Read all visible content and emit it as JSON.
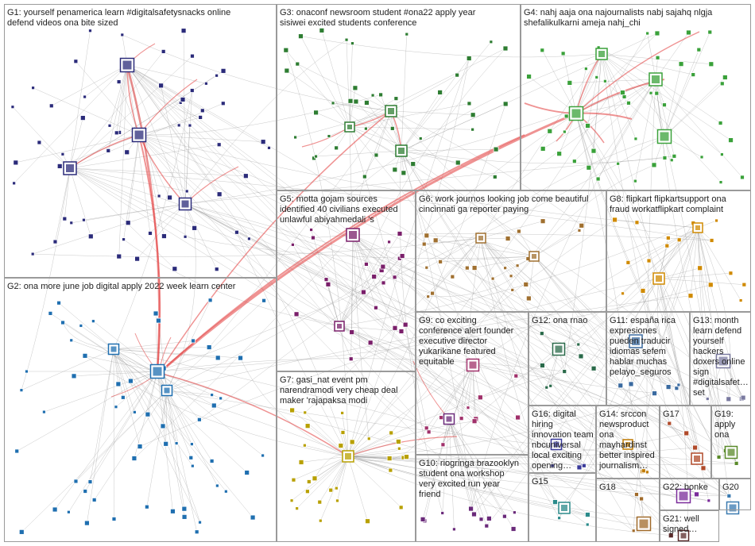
{
  "groups": [
    {
      "id": "G1",
      "lines": [
        "G1: yourself penamerica learn #digitalsafetysnacks online",
        "defend videos ona bite sized"
      ]
    },
    {
      "id": "G2",
      "lines": [
        "G2: ona more june job digital apply 2022 week learn center"
      ]
    },
    {
      "id": "G3",
      "lines": [
        "G3: onaconf newsroom student #ona22 apply year",
        "sisiwei excited students conference"
      ]
    },
    {
      "id": "G4",
      "lines": [
        "G4: nahj aaja ona najournalists nabj sajahq nlgja",
        "shefalikulkarni ameja nahj_chi"
      ]
    },
    {
      "id": "G5",
      "lines": [
        "G5: motta gojam sources",
        "identified 40 civilians executed",
        "unlawful abiyahmedali 's"
      ]
    },
    {
      "id": "G6",
      "lines": [
        "G6: work journos looking job come beautiful",
        "cincinnati ga reporter paying"
      ]
    },
    {
      "id": "G7",
      "lines": [
        "G7: gasi_nat event pm",
        "narendramodi very cheap deal",
        "maker 'rajapaksa modi"
      ]
    },
    {
      "id": "G8",
      "lines": [
        "G8: flipkart flipkartsupport ona",
        "fraud workatflipkart complaint"
      ]
    },
    {
      "id": "G9",
      "lines": [
        "G9: co exciting",
        "conference alert founder",
        "executive director",
        "yukarikane featured",
        "equitable"
      ]
    },
    {
      "id": "G10",
      "lines": [
        "G10: riogringa brazooklyn",
        "student ona workshop",
        "very excited run year",
        "friend"
      ]
    },
    {
      "id": "G11",
      "lines": [
        "G11: españa rica",
        "expresiones",
        "pueden traducir",
        "idiomas sefem",
        "hablar muchas",
        "pelayo_seguros"
      ]
    },
    {
      "id": "G12",
      "lines": [
        "G12: ona rnao"
      ]
    },
    {
      "id": "G13",
      "lines": [
        "G13: month",
        "learn defend",
        "yourself",
        "hackers",
        "doxers online",
        "sign",
        "#digitalsafet…",
        "set"
      ]
    },
    {
      "id": "G14",
      "lines": [
        "G14: srccon",
        "newsproduct",
        "ona",
        "mayhardinst",
        "better inspired",
        "journalism…"
      ]
    },
    {
      "id": "G15",
      "lines": [
        "G15"
      ]
    },
    {
      "id": "G16",
      "lines": [
        "G16: digital",
        "hiring",
        "innovation team",
        "nbcuniversal",
        "local exciting",
        "opening…"
      ]
    },
    {
      "id": "G17",
      "lines": [
        "G17"
      ]
    },
    {
      "id": "G18",
      "lines": [
        "G18"
      ]
    },
    {
      "id": "G19",
      "lines": [
        "G19:",
        "apply",
        "ona"
      ]
    },
    {
      "id": "G20",
      "lines": [
        "G20"
      ]
    },
    {
      "id": "G21",
      "lines": [
        "G21: well",
        "signed…"
      ]
    },
    {
      "id": "G22",
      "lines": [
        "G22: bonke"
      ]
    }
  ],
  "colors": {
    "background": "#ffffff",
    "box_border": "#9a9a9a",
    "gray_edge": "#9a9a9a",
    "red_edge": "#e23a3a",
    "G1": "#2b2b7a",
    "G2": "#1f6fb0",
    "G3": "#2e7d32",
    "G4": "#3aa13a",
    "G5": "#7a1f6a",
    "G6": "#a07030",
    "G7": "#b8a000",
    "G8": "#d08a00",
    "G9": "#a0306a",
    "G10": "#6a2a7a",
    "G11": "#3a6aa0",
    "G12": "#2a6a4a",
    "G13": "#7a7aa0",
    "G14": "#c07a00",
    "G15": "#2a8a8a",
    "G16": "#3a3a9a",
    "G17": "#b04a2a",
    "G18": "#a06a2a",
    "G19": "#5a8a2a",
    "G20": "#3a7ab0",
    "G21": "#5a2a2a",
    "G22": "#7a2a9a"
  }
}
